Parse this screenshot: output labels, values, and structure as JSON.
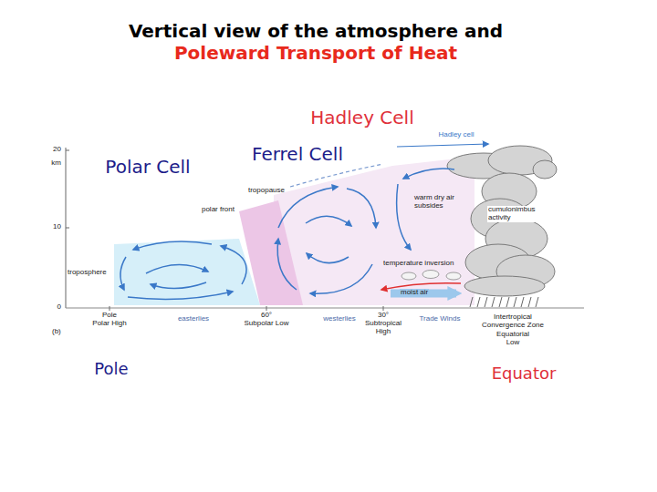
{
  "diagram": {
    "title": "Vertical view of the atmosphere and Poleward Transport of Heat",
    "labels": [
      "Hadley Cell",
      "Hadley cell",
      "20",
      "km",
      "10",
      "0",
      "Polar Cell",
      "Ferrel Cell",
      "tropopause",
      "polar front",
      "warm dry air subsides",
      "cumulonimbus activity",
      "troposphere",
      "temperature inversion",
      "moist air",
      "Pole",
      "Polar High",
      "easterlies",
      "60°",
      "Subpolar Low",
      "westerlies",
      "30°",
      "Subtropical High",
      "Trade Winds",
      "Intertropical Convergence Zone",
      "Equatorial Low",
      "(b)",
      "Pole",
      "Equator"
    ]
  }
}
